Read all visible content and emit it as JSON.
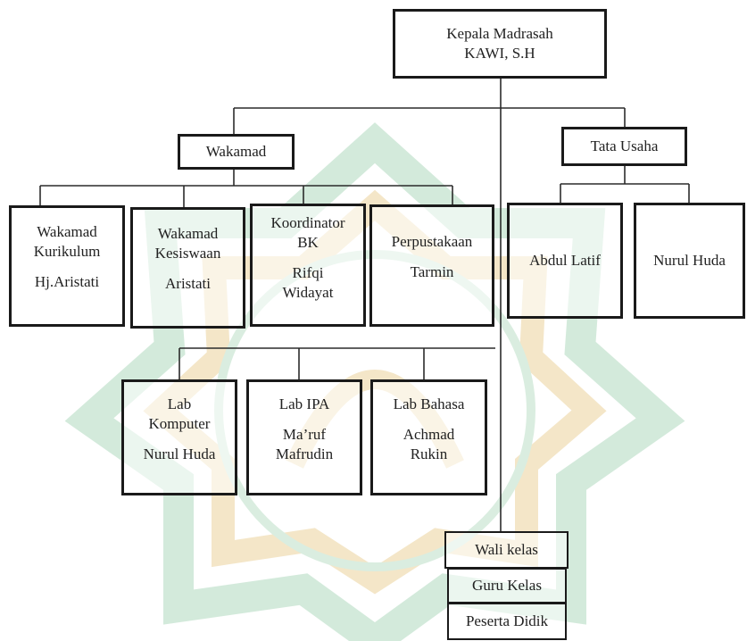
{
  "chart": {
    "head": {
      "title": "Kepala Madrasah",
      "name": "KAWI, S.H"
    },
    "wakamad": {
      "title": "Wakamad"
    },
    "tata_usaha": {
      "title": "Tata Usaha",
      "staff": [
        "Abdul Latif",
        "Nurul Huda"
      ]
    },
    "units": [
      {
        "line1": "Wakamad",
        "line2": "Kurikulum",
        "name": "Hj.Aristati"
      },
      {
        "line1": "Wakamad",
        "line2": "Kesiswaan",
        "name": "Aristati"
      },
      {
        "line1": "Koordinator",
        "line2": "BK",
        "name1": "Rifqi",
        "name2": "Widayat"
      },
      {
        "line1": "Perpustakaan",
        "name": "Tarmin"
      }
    ],
    "labs": [
      {
        "line1": "Lab",
        "line2": "Komputer",
        "name": "Nurul Huda"
      },
      {
        "line1": "Lab IPA",
        "name1": "Ma’ruf",
        "name2": "Mafrudin"
      },
      {
        "line1": "Lab Bahasa",
        "name1": "Achmad",
        "name2": "Rukin"
      }
    ],
    "classroom": [
      "Wali kelas",
      "Guru Kelas",
      "Peserta Didik"
    ]
  },
  "colors": {
    "line": "#2b2b2b",
    "border": "#1a1a1a",
    "watermark_green": "#c9e5d3",
    "watermark_gold": "#f2e2bd"
  }
}
